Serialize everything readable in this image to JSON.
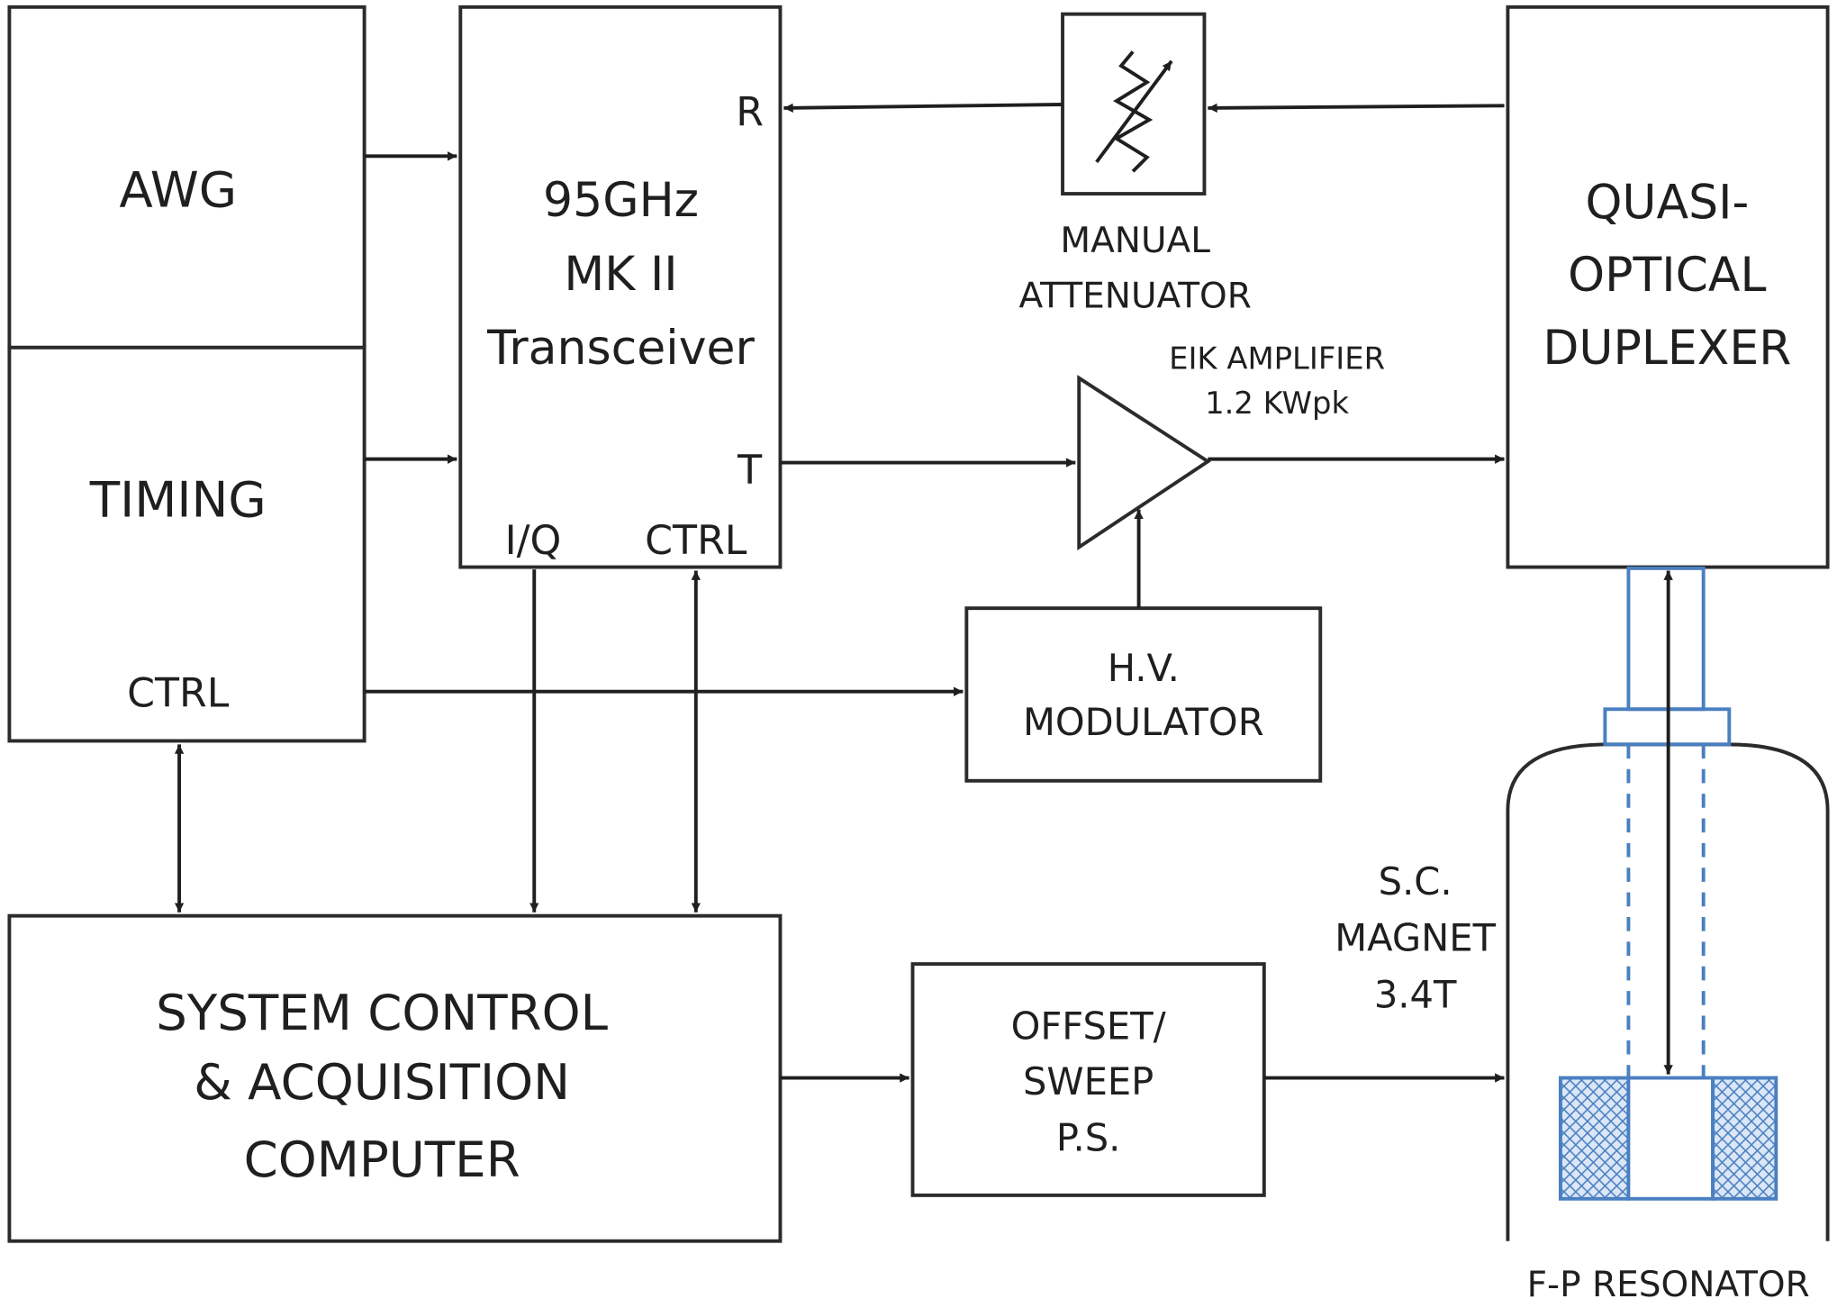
{
  "blocks": {
    "awg": {
      "label": "AWG"
    },
    "timing": {
      "label": "TIMING",
      "port_ctrl": "CTRL"
    },
    "transceiver": {
      "lines": [
        "95GHz",
        "MK II",
        "Transceiver"
      ],
      "port_r": "R",
      "port_t": "T",
      "port_iq": "I/Q",
      "port_ctrl": "CTRL"
    },
    "attenuator": {
      "lines": [
        "MANUAL",
        "ATTENUATOR"
      ]
    },
    "amplifier": {
      "lines": [
        "EIK AMPLIFIER",
        "1.2 KWpk"
      ]
    },
    "duplexer": {
      "lines": [
        "QUASI-",
        "OPTICAL",
        "DUPLEXER"
      ]
    },
    "modulator": {
      "lines": [
        "H.V.",
        "MODULATOR"
      ]
    },
    "computer": {
      "lines": [
        "SYSTEM CONTROL",
        "& ACQUISITION",
        "COMPUTER"
      ]
    },
    "power_supply": {
      "lines": [
        "OFFSET/",
        "SWEEP",
        "P.S."
      ]
    },
    "magnet": {
      "lines": [
        "S.C.",
        "MAGNET",
        "3.4T"
      ]
    },
    "resonator": {
      "label": "F-P RESONATOR"
    }
  },
  "colors": {
    "line": "#1f1f1f",
    "waveguide": "#4a7fc1"
  }
}
